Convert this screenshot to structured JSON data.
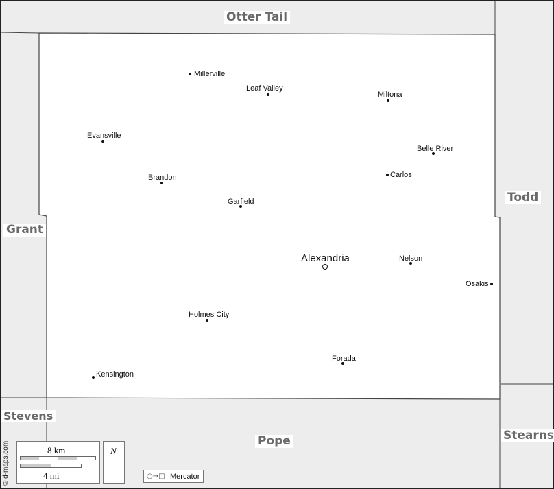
{
  "map": {
    "focus_county_fill": "#ffffff",
    "neighbor_fill": "#ededed",
    "border_color": "#444444",
    "label_color": "#6a6a6a",
    "neighbors": {
      "otter_tail": "Otter Tail",
      "grant": "Grant",
      "todd": "Todd",
      "stevens": "Stevens",
      "pope": "Pope",
      "stearns": "Stearns"
    },
    "county_seat": "Alexandria",
    "towns": {
      "millerville": "Millerville",
      "leaf_valley": "Leaf Valley",
      "miltona": "Miltona",
      "evansville": "Evansville",
      "belle_river": "Belle River",
      "brandon": "Brandon",
      "carlos": "Carlos",
      "garfield": "Garfield",
      "nelson": "Nelson",
      "osakis": "Osakis",
      "holmes_city": "Holmes City",
      "forada": "Forada",
      "kensington": "Kensington"
    },
    "credit": "© d-maps.com",
    "scale": {
      "km": "8 km",
      "mi": "4 mi"
    },
    "north": "N",
    "projection_icon": "○→□",
    "projection": "Mercator"
  }
}
